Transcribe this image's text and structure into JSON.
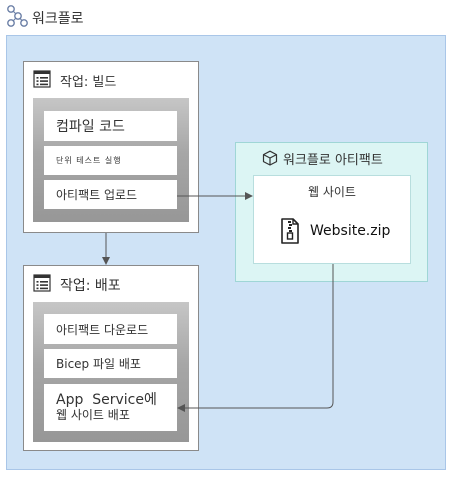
{
  "workflow": {
    "title": "워크플로"
  },
  "build_job": {
    "title": "작업: 빌드",
    "steps": [
      "컴파일 코드",
      "단위 테스트 실행",
      "아티팩트 업로드"
    ]
  },
  "deploy_job": {
    "title": "작업: 배포",
    "steps": [
      "아티팩트 다운로드",
      "Bicep 파일 배포"
    ],
    "final_step_line1": "App  Service에",
    "final_step_line2": "웹 사이트 배포"
  },
  "artifact": {
    "title": "워크플로 아티팩트",
    "name": "웹 사이트",
    "file": "Website.zip"
  },
  "icons": {
    "workflow": "workflow-icon",
    "job": "job-list-icon",
    "artifact": "cube-icon",
    "file": "zip-file-icon"
  },
  "colors": {
    "workflow_area": "#cfe3f6",
    "artifact_area": "#dcf5f4",
    "step_panel": "#a6a6a6",
    "connector": "#555555"
  }
}
